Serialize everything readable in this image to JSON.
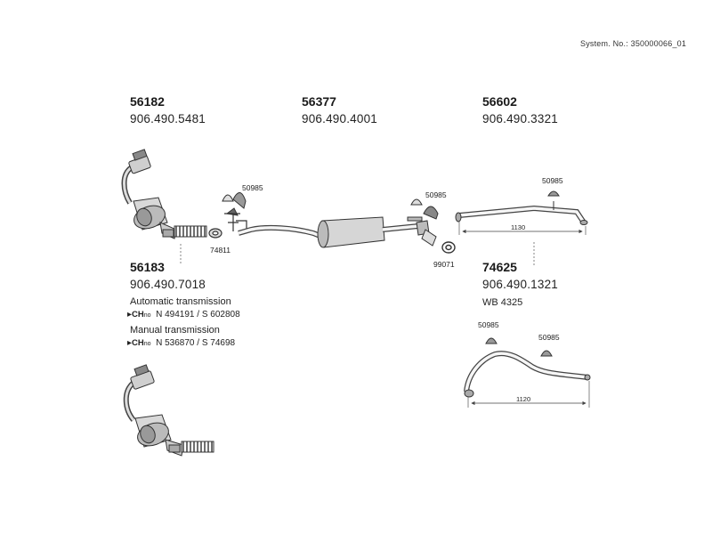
{
  "system_no": "System. No.: 350000066_01",
  "groups": [
    {
      "part": "56182",
      "oe": "906.490.5481"
    },
    {
      "part": "56377",
      "oe": "906.490.4001"
    },
    {
      "part": "56602",
      "oe": "906.490.3321"
    },
    {
      "part": "56183",
      "oe": "906.490.7018"
    },
    {
      "part": "74625",
      "oe": "906.490.1321",
      "extra": "WB 4325"
    }
  ],
  "transmissions": [
    {
      "label": "Automatic transmission",
      "ch_prefix": "CH",
      "ch_no": "no",
      "range": "N 494191 / S 602808"
    },
    {
      "label": "Manual transmission",
      "ch_prefix": "CH",
      "ch_no": "no",
      "range": "N 536870 / S 74698"
    }
  ],
  "accessory_labels": {
    "clamp_a": "50985",
    "clamp_b": "50985",
    "clamp_c": "50985",
    "clamp_d": "50985",
    "clamp_e": "50985",
    "ring": "74811",
    "gasket": "99071"
  },
  "dimensions": {
    "pipe_56602": "1130",
    "pipe_74625": "1120"
  }
}
